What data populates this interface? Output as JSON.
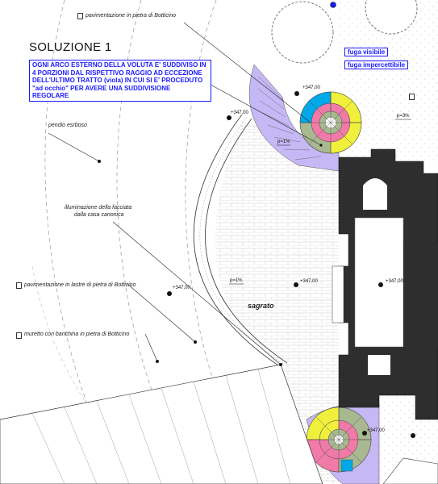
{
  "title": "SOLUZIONE 1",
  "note": "OGNI ARCO ESTERNO DELLA VOLUTA E' SUDDIVISO IN 4 PORZIONI DAL RISPETTIVO RAGGIO AD ECCEZIONE DELL'ULTIMO TRATTO (viola) IN CUI SI E' PROCEDUTO \"ad occhio\" PER AVERE UNA SUDDIVISIONE REGOLARE",
  "legend": {
    "visible": "fuga visibile",
    "imperceptible": "fuga impercettibile"
  },
  "labels": {
    "paving_top": "pavimentazione in pietra di Botticino",
    "lawn": "pendio esrboso",
    "lighting_line1": "illuminazione della facciata",
    "lighting_line2": "dalla casa canonica",
    "paving_slabs": "pavimentazione in lastre di pietra di Botticino",
    "low_wall": "muretto con banchina in pietra di Botticino",
    "sagrato": "sagrato"
  },
  "elevations": [
    "+347,00",
    "+347,00",
    "+347,00",
    "+347,00",
    "+347,00",
    "+347,00"
  ],
  "slopes": [
    "p=3%",
    "p=1%",
    "p=1%"
  ],
  "colors": {
    "accent_blue": "#1a1aff",
    "violet": "#c6b8f5",
    "cyan": "#00a8e8",
    "yellow": "#f0f03c",
    "pink": "#f07aa8",
    "olive": "#a8b890",
    "building": "#2e2e2e"
  }
}
